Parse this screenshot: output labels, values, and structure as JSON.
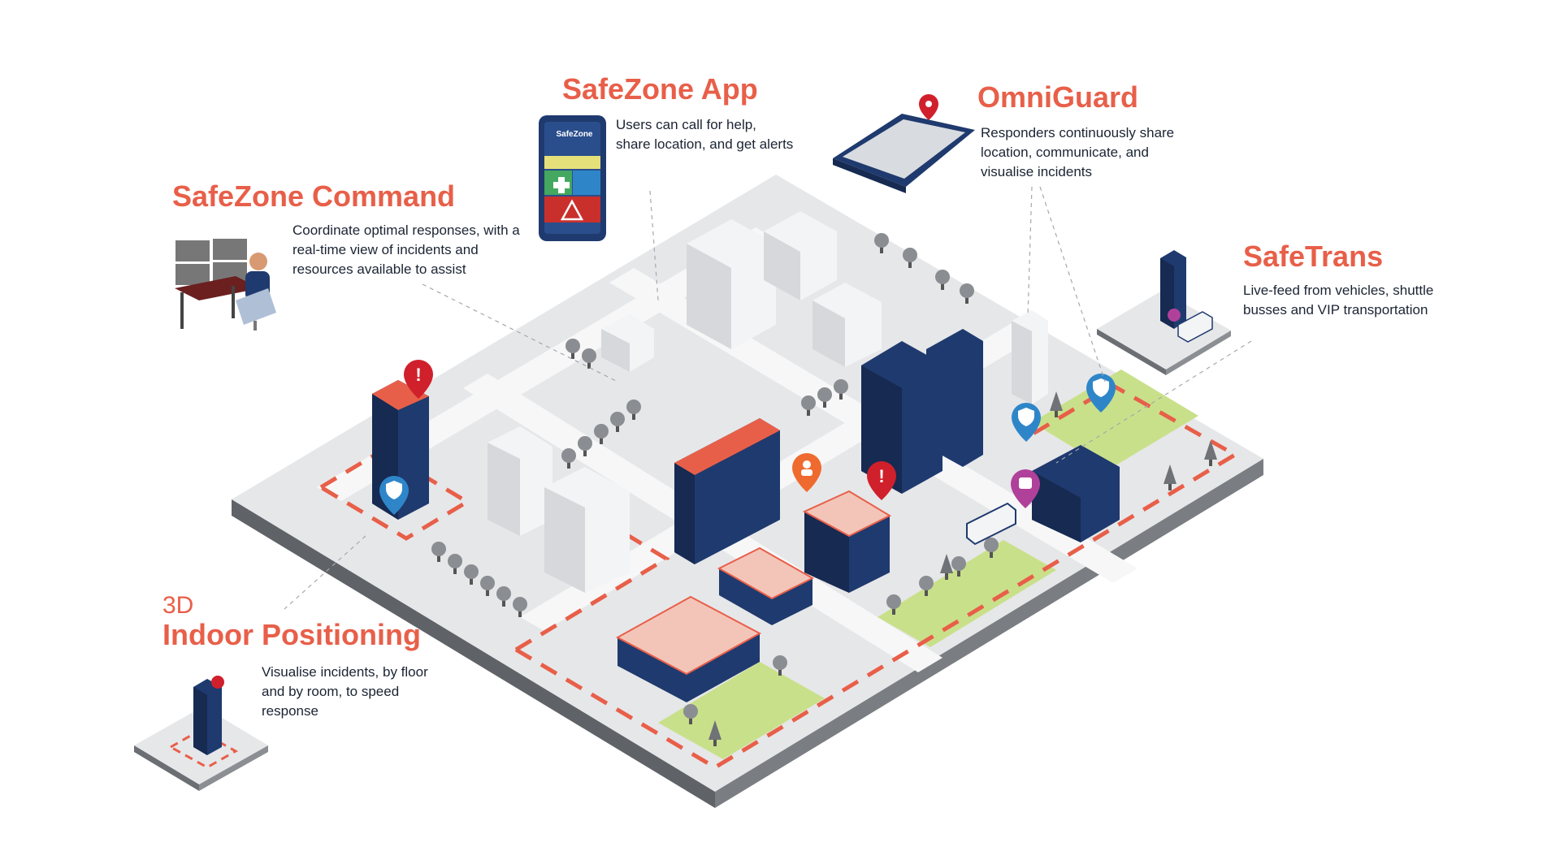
{
  "features": {
    "command": {
      "title": "SafeZone Command",
      "description": "Coordinate optimal responses, with a real-time view of incidents and resources available to assist"
    },
    "app": {
      "title": "SafeZone App",
      "description": "Users can call for help, share location, and get alerts",
      "screen_brand": "SafeZone"
    },
    "omniguard": {
      "title": "OmniGuard",
      "description": "Responders continuously share location, communicate, and visualise incidents"
    },
    "safetrans": {
      "title": "SafeTrans",
      "description": "Live-feed from vehicles, shuttle busses and VIP transportation"
    },
    "indoor": {
      "title_prefix": "3D",
      "title": "Indoor Positioning",
      "description": "Visualise incidents, by floor and by room, to speed response"
    }
  },
  "colors": {
    "accent": "#e85f49",
    "navy": "#1f3a6e",
    "navy_dark": "#162a52",
    "ground": "#e6e7e9",
    "ground_side": "#6b6e73",
    "grass": "#c9e08a",
    "marker_red": "#d0202b",
    "marker_blue": "#2e86c9",
    "marker_purple": "#b0419a",
    "marker_orange": "#ef6a2f"
  }
}
